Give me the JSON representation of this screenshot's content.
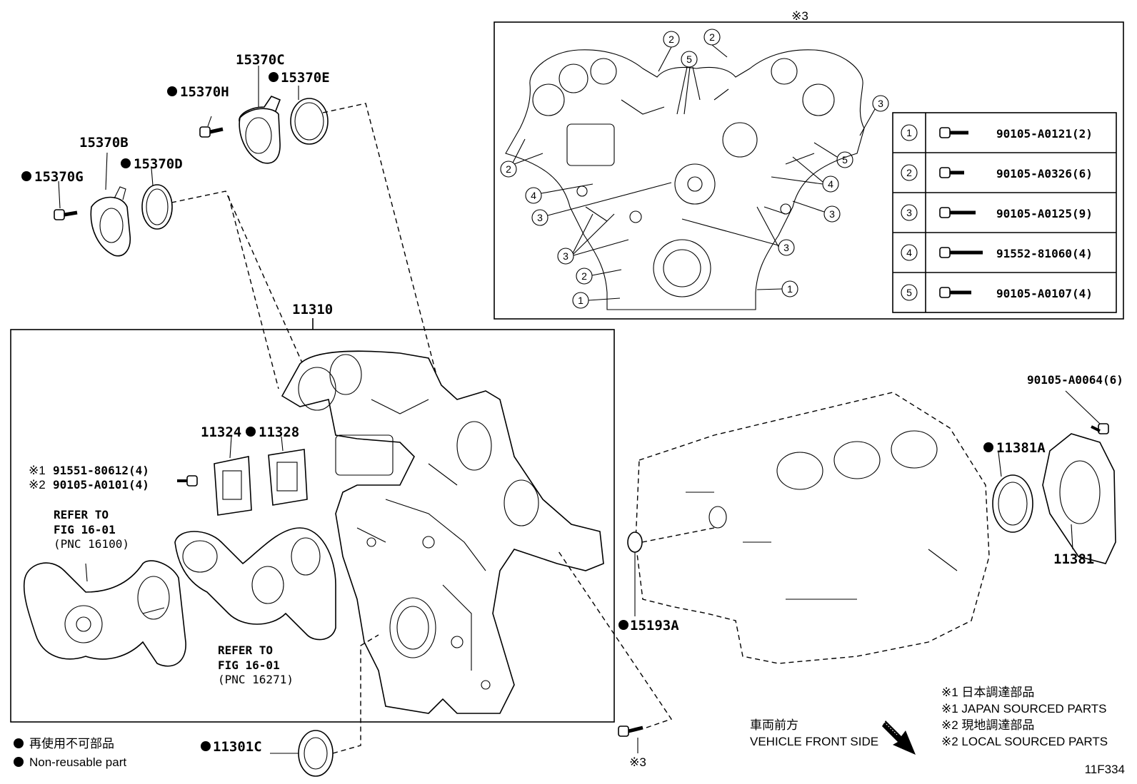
{
  "diagram_code": "11F334",
  "note3_label": "※3",
  "parts": {
    "p15370C": "15370C",
    "p15370E": "15370E",
    "p15370H": "15370H",
    "p15370B": "15370B",
    "p15370D": "15370D",
    "p15370G": "15370G",
    "p11310": "11310",
    "p11324": "11324",
    "p11328": "11328",
    "p91551": "91551-80612(4)",
    "p90105_A0101": "90105-A0101(4)",
    "p90105_A0064": "90105-A0064(6)",
    "p11381A": "11381A",
    "p11381": "11381",
    "p15193A": "15193A",
    "p11301C": "11301C"
  },
  "prefixes": {
    "note1": "※1",
    "note2": "※2"
  },
  "refs": [
    {
      "line1": "REFER TO",
      "line2": "FIG 16-01",
      "line3": "(PNC 16100)"
    },
    {
      "line1": "REFER TO",
      "line2": "FIG 16-01",
      "line3": "(PNC 16271)"
    }
  ],
  "bolt_table": [
    {
      "num": "1",
      "part": "90105-A0121(2)"
    },
    {
      "num": "2",
      "part": "90105-A0326(6)"
    },
    {
      "num": "3",
      "part": "90105-A0125(9)"
    },
    {
      "num": "4",
      "part": "91552-81060(4)"
    },
    {
      "num": "5",
      "part": "90105-A0107(4)"
    }
  ],
  "legend": {
    "nonreusable_jp": "再使用不可部品",
    "nonreusable_en": "Non-reusable part"
  },
  "direction": {
    "jp": "車両前方",
    "en": "VEHICLE FRONT SIDE"
  },
  "notes": [
    "※1 日本調達部品",
    "※1 JAPAN SOURCED PARTS",
    "※2 現地調達部品",
    "※2 LOCAL SOURCED PARTS"
  ]
}
